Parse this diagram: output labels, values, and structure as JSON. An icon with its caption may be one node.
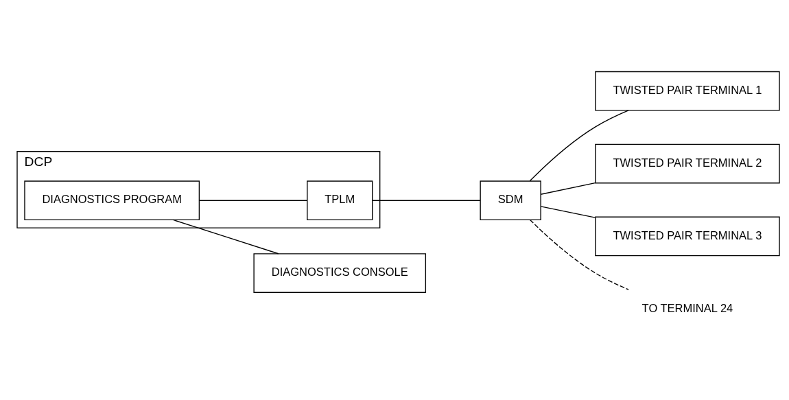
{
  "diagram": {
    "nodes": [
      {
        "text": [
          "DCP"
        ]
      },
      {
        "text": [
          "DIAGNOSTICS CONSOLE"
        ]
      },
      {
        "text": [
          "DIAGNOSTICS PROGRAM"
        ],
        "in": 0
      },
      {
        "text": [
          "TPLM"
        ],
        "in": 0
      },
      {
        "text": [
          "SDM"
        ]
      },
      {
        "text": [
          "TWISTED PAIR TERMINAL 1"
        ]
      },
      {
        "text": [
          "TWISTED PAIR TERMINAL 2"
        ]
      },
      {
        "text": [
          "TWISTED PAIR TERMINAL 3"
        ]
      },
      {
        "text": [
          "TO TERMINAL 24"
        ]
      }
    ],
    "edges": [
      {
        "from": 2,
        "to": 1,
        "arrow": "none"
      },
      {
        "from": 2,
        "to": 3,
        "arrow": "none"
      },
      {
        "from": 3,
        "to": 4,
        "arrow": "none"
      },
      {
        "from": 4,
        "to": 5,
        "arrow": "none"
      },
      {
        "from": 4,
        "to": 6,
        "arrow": "none"
      },
      {
        "from": 4,
        "to": 7,
        "arrow": "none"
      },
      {
        "from": 4,
        "to": 8,
        "arrow": "none",
        "style": "dashed"
      }
    ]
  }
}
